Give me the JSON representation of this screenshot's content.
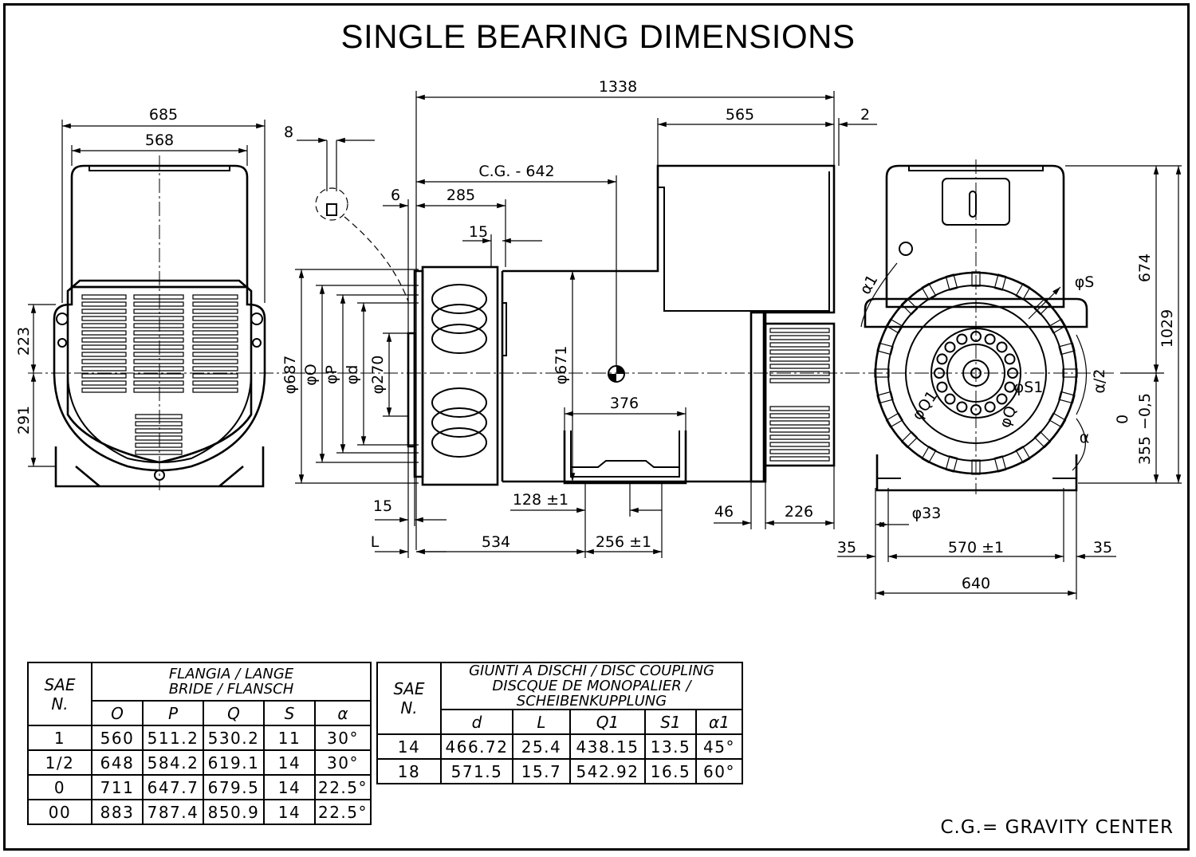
{
  "title": "SINGLE BEARING DIMENSIONS",
  "note": "C.G.= GRAVITY CENTER",
  "dimensions": {
    "front_overall_width": "685",
    "front_foot_width": "568",
    "front_upper_height": "223",
    "front_lower_height": "291",
    "shaft_key_width": "8",
    "side_overall_length": "1338",
    "side_terminal_box_length": "565",
    "side_end_offset": "2",
    "center_of_gravity": "C.G. - 642",
    "flange_offset": "6",
    "flange_to_cg": "285",
    "flange_thickness": "15",
    "flange_dia_687": "φ687",
    "flange_dia_O": "φO",
    "flange_dia_P": "φP",
    "flange_dia_d": "φd",
    "flange_dia_270": "φ270",
    "body_dia": "φ671",
    "foot_slot_width": "376",
    "foot_slot_pos": "128 ±1",
    "flange_plate": "15",
    "coupling_L": "L",
    "foot_offset": "534",
    "foot_spacing": "256 ±1",
    "rear_foot_offset": "46",
    "rear_foot_length": "226",
    "end_height_upper": "674",
    "end_height_total": "1029",
    "end_shaft_height": "355",
    "end_shaft_tol_upper": "0",
    "end_shaft_tol_lower": "−0,5",
    "end_hole_dia": "φ33",
    "end_foot_margin_left": "35",
    "end_foot_spacing": "570 ±1",
    "end_foot_margin_right": "35",
    "end_base_width": "640",
    "label_alpha1": "α1",
    "label_S": "φS",
    "label_S1": "φS1",
    "label_Q1": "φQ1",
    "label_Q": "φQ",
    "label_alpha_half": "α/2",
    "label_alpha": "α"
  },
  "flange_table": {
    "sae_header": "SAE",
    "n_header": "N.",
    "group_line1": "FLANGIA  /  LANGE",
    "group_line2": "BRIDE  /  FLANSCH",
    "columns": [
      "O",
      "P",
      "Q",
      "S",
      "α"
    ],
    "rows": [
      {
        "sae": "1",
        "values": [
          "560",
          "511.2",
          "530.2",
          "11",
          "30°"
        ]
      },
      {
        "sae": "1/2",
        "values": [
          "648",
          "584.2",
          "619.1",
          "14",
          "30°"
        ]
      },
      {
        "sae": "0",
        "values": [
          "711",
          "647.7",
          "679.5",
          "14",
          "22.5°"
        ]
      },
      {
        "sae": "00",
        "values": [
          "883",
          "787.4",
          "850.9",
          "14",
          "22.5°"
        ]
      }
    ]
  },
  "coupling_table": {
    "sae_header": "SAE",
    "n_header": "N.",
    "group_line1": "GIUNTI A DISCHI / DISC COUPLING",
    "group_line2": "DISCQUE DE MONOPALIER / SCHEIBENKUPPLUNG",
    "columns": [
      "d",
      "L",
      "Q1",
      "S1",
      "α1"
    ],
    "rows": [
      {
        "sae": "14",
        "values": [
          "466.72",
          "25.4",
          "438.15",
          "13.5",
          "45°"
        ]
      },
      {
        "sae": "18",
        "values": [
          "571.5",
          "15.7",
          "542.92",
          "16.5",
          "60°"
        ]
      }
    ]
  }
}
